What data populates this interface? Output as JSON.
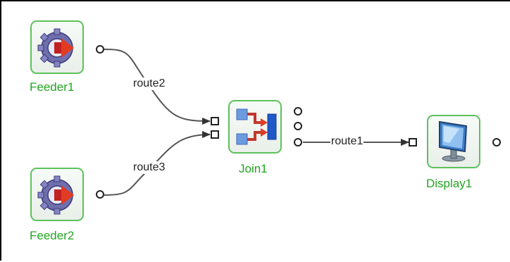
{
  "nodes": {
    "feeder1": {
      "label": "Feeder1",
      "icon": "feeder-gear-icon"
    },
    "feeder2": {
      "label": "Feeder2",
      "icon": "feeder-gear-icon"
    },
    "join1": {
      "label": "Join1",
      "icon": "join-icon"
    },
    "display1": {
      "label": "Display1",
      "icon": "display-monitor-icon"
    }
  },
  "routes": {
    "route1": {
      "label": "route1"
    },
    "route2": {
      "label": "route2"
    },
    "route3": {
      "label": "route3"
    }
  },
  "colors": {
    "node_border": "#5cc25c",
    "node_label": "#22a522",
    "wire": "#555555",
    "arrow_red": "#d9351f",
    "join_blue": "#2a64c8"
  }
}
